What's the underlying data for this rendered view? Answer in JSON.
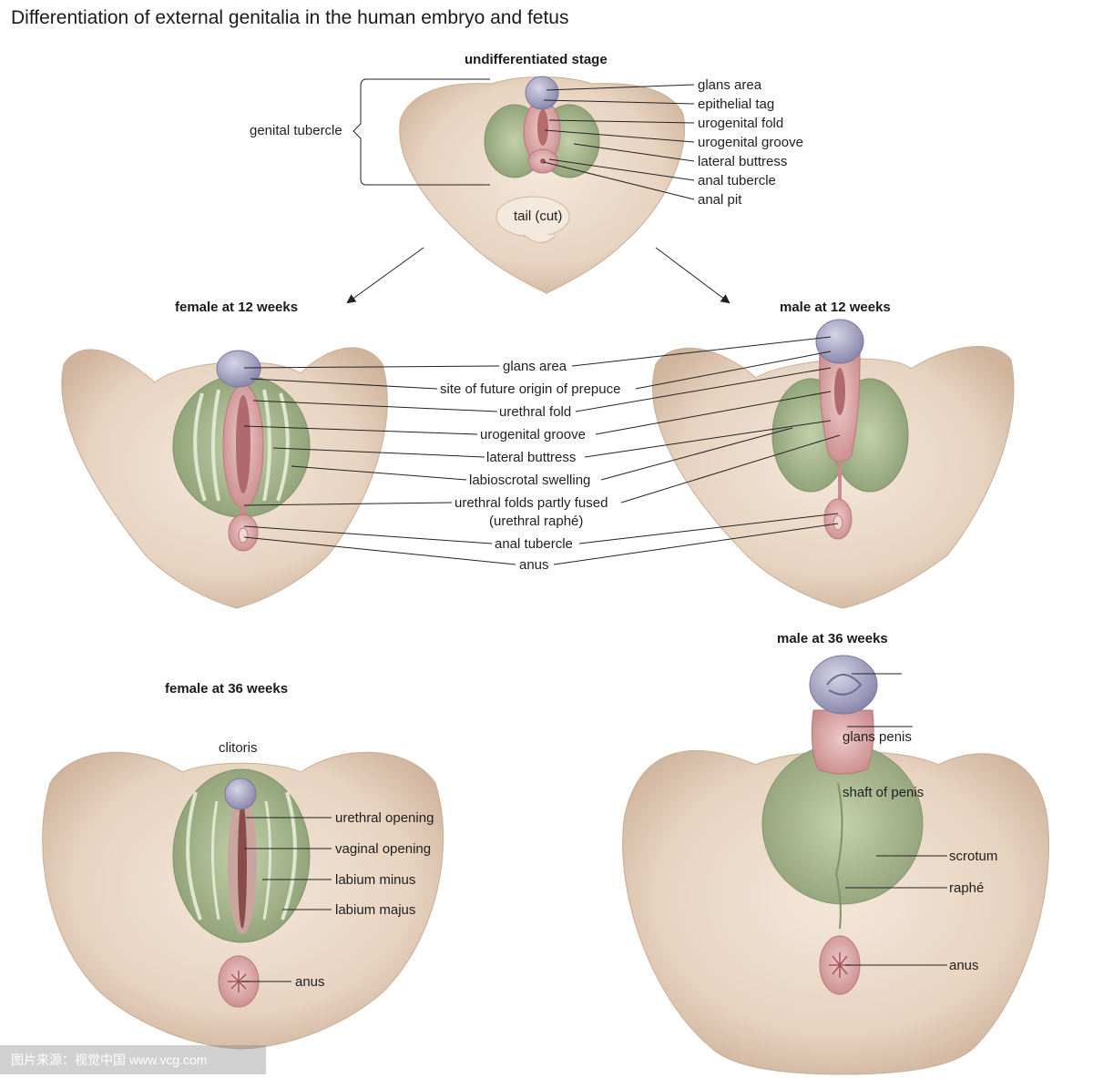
{
  "title": "Differentiation of external genitalia in the human embryo and fetus",
  "stages": {
    "undiff": {
      "heading": "undifferentiated stage",
      "bracket_label": "genital tubercle",
      "tail_label": "tail (cut)",
      "labels": [
        "glans area",
        "epithelial tag",
        "urogenital fold",
        "urogenital groove",
        "lateral buttress",
        "anal tubercle",
        "anal pit"
      ]
    },
    "female12": {
      "heading": "female at 12 weeks"
    },
    "male12": {
      "heading": "male at 12 weeks"
    },
    "shared12": {
      "labels": [
        "glans area",
        "site of future origin of prepuce",
        "urethral fold",
        "urogenital groove",
        "lateral buttress",
        "labioscrotal swelling",
        "urethral folds partly fused",
        "(urethral raphé)",
        "anal tubercle",
        "anus"
      ]
    },
    "female36": {
      "heading": "female at 36 weeks",
      "clitoris": "clitoris",
      "labels": [
        "urethral opening",
        "vaginal opening",
        "labium minus",
        "labium majus"
      ],
      "anus": "anus"
    },
    "male36": {
      "heading": "male at 36 weeks",
      "labels": [
        "glans penis",
        "shaft of penis",
        "scrotum",
        "raphé",
        "anus"
      ]
    }
  },
  "watermark": "图片来源：视觉中国 www.vcg.com",
  "colors": {
    "skin": "#ead8c6",
    "skin_shadow": "#cdb29c",
    "green": "#a9b98e",
    "green_dark": "#7f9268",
    "pink": "#e2aeb0",
    "pink_dark": "#b9787c",
    "glans": "#a7a3c2",
    "line": "#1a1a1a"
  }
}
